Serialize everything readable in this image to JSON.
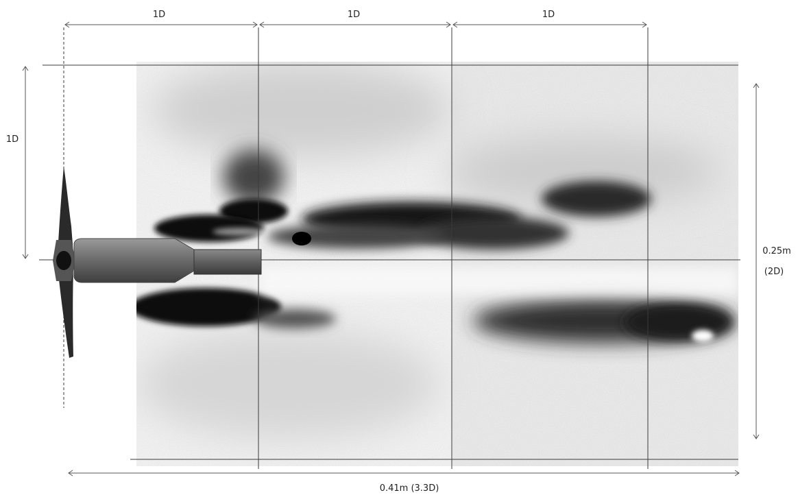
{
  "labels": {
    "top_spacing_1": "1D",
    "top_spacing_2": "1D",
    "top_spacing_3": "1D",
    "left_height": "1D",
    "right_height_m": "0.25m",
    "right_height_d": "(2D)",
    "bottom_length": "0.41m (3.3D)"
  }
}
